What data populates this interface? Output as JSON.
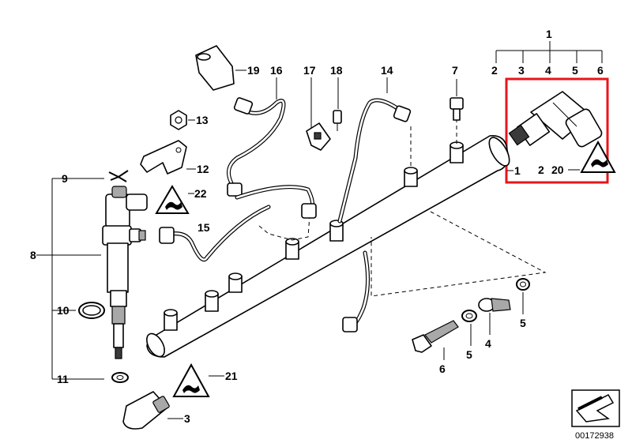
{
  "callouts": {
    "c1_top": "1",
    "c2_top": "2",
    "c3_top": "3",
    "c4_top": "4",
    "c5_top": "5",
    "c6_top": "6",
    "c1_rail": "1",
    "c2_valve": "2",
    "c20": "20",
    "c19": "19",
    "c16": "16",
    "c17": "17",
    "c18": "18",
    "c14": "14",
    "c7": "7",
    "c13": "13",
    "c12": "12",
    "c9": "9",
    "c22": "22",
    "c15": "15",
    "c8": "8",
    "c10": "10",
    "c11": "11",
    "c21": "21",
    "c3_sensor": "3",
    "c5_right": "5",
    "c4_mid": "4",
    "c5_mid": "5",
    "c6_bottom": "6"
  },
  "diagram_number": "00172938",
  "highlight_color": "#e8141b"
}
